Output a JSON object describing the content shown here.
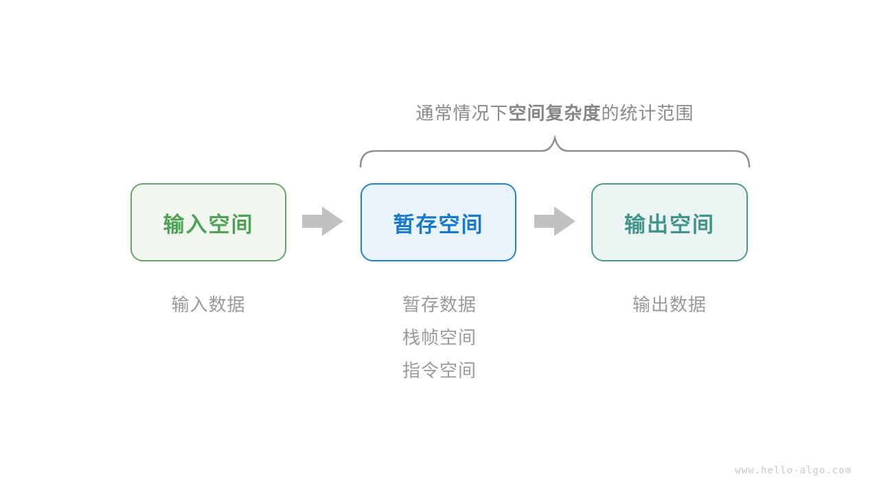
{
  "title": {
    "prefix": "通常情况下",
    "emphasis": "空间复杂度",
    "suffix": "的统计范围"
  },
  "boxes": [
    {
      "label": "输入空间",
      "border_color": "#67a46a",
      "text_color": "#50a158",
      "fill_color": "#f2f8f0"
    },
    {
      "label": "暂存空间",
      "border_color": "#2181d3",
      "text_color": "#1779c9",
      "fill_color": "#e8f3fc"
    },
    {
      "label": "输出空间",
      "border_color": "#4a978f",
      "text_color": "#3e958b",
      "fill_color": "#ecf5f3"
    }
  ],
  "notes": {
    "input": "输入数据",
    "temp": [
      "暂存数据",
      "栈帧空间",
      "指令空间"
    ],
    "output": "输出数据"
  },
  "icons": {
    "arrow": "block-arrow-right",
    "brace": "curly-brace-over-scope"
  },
  "colors": {
    "title_text": "#8a8a8a",
    "note_text": "#9a9a9a",
    "brace": "#8f8f8f",
    "arrow": "#c1c1c1",
    "watermark_text": "#c9c9c9",
    "background": "#ffffff"
  },
  "watermark": "www.hello-algo.com"
}
